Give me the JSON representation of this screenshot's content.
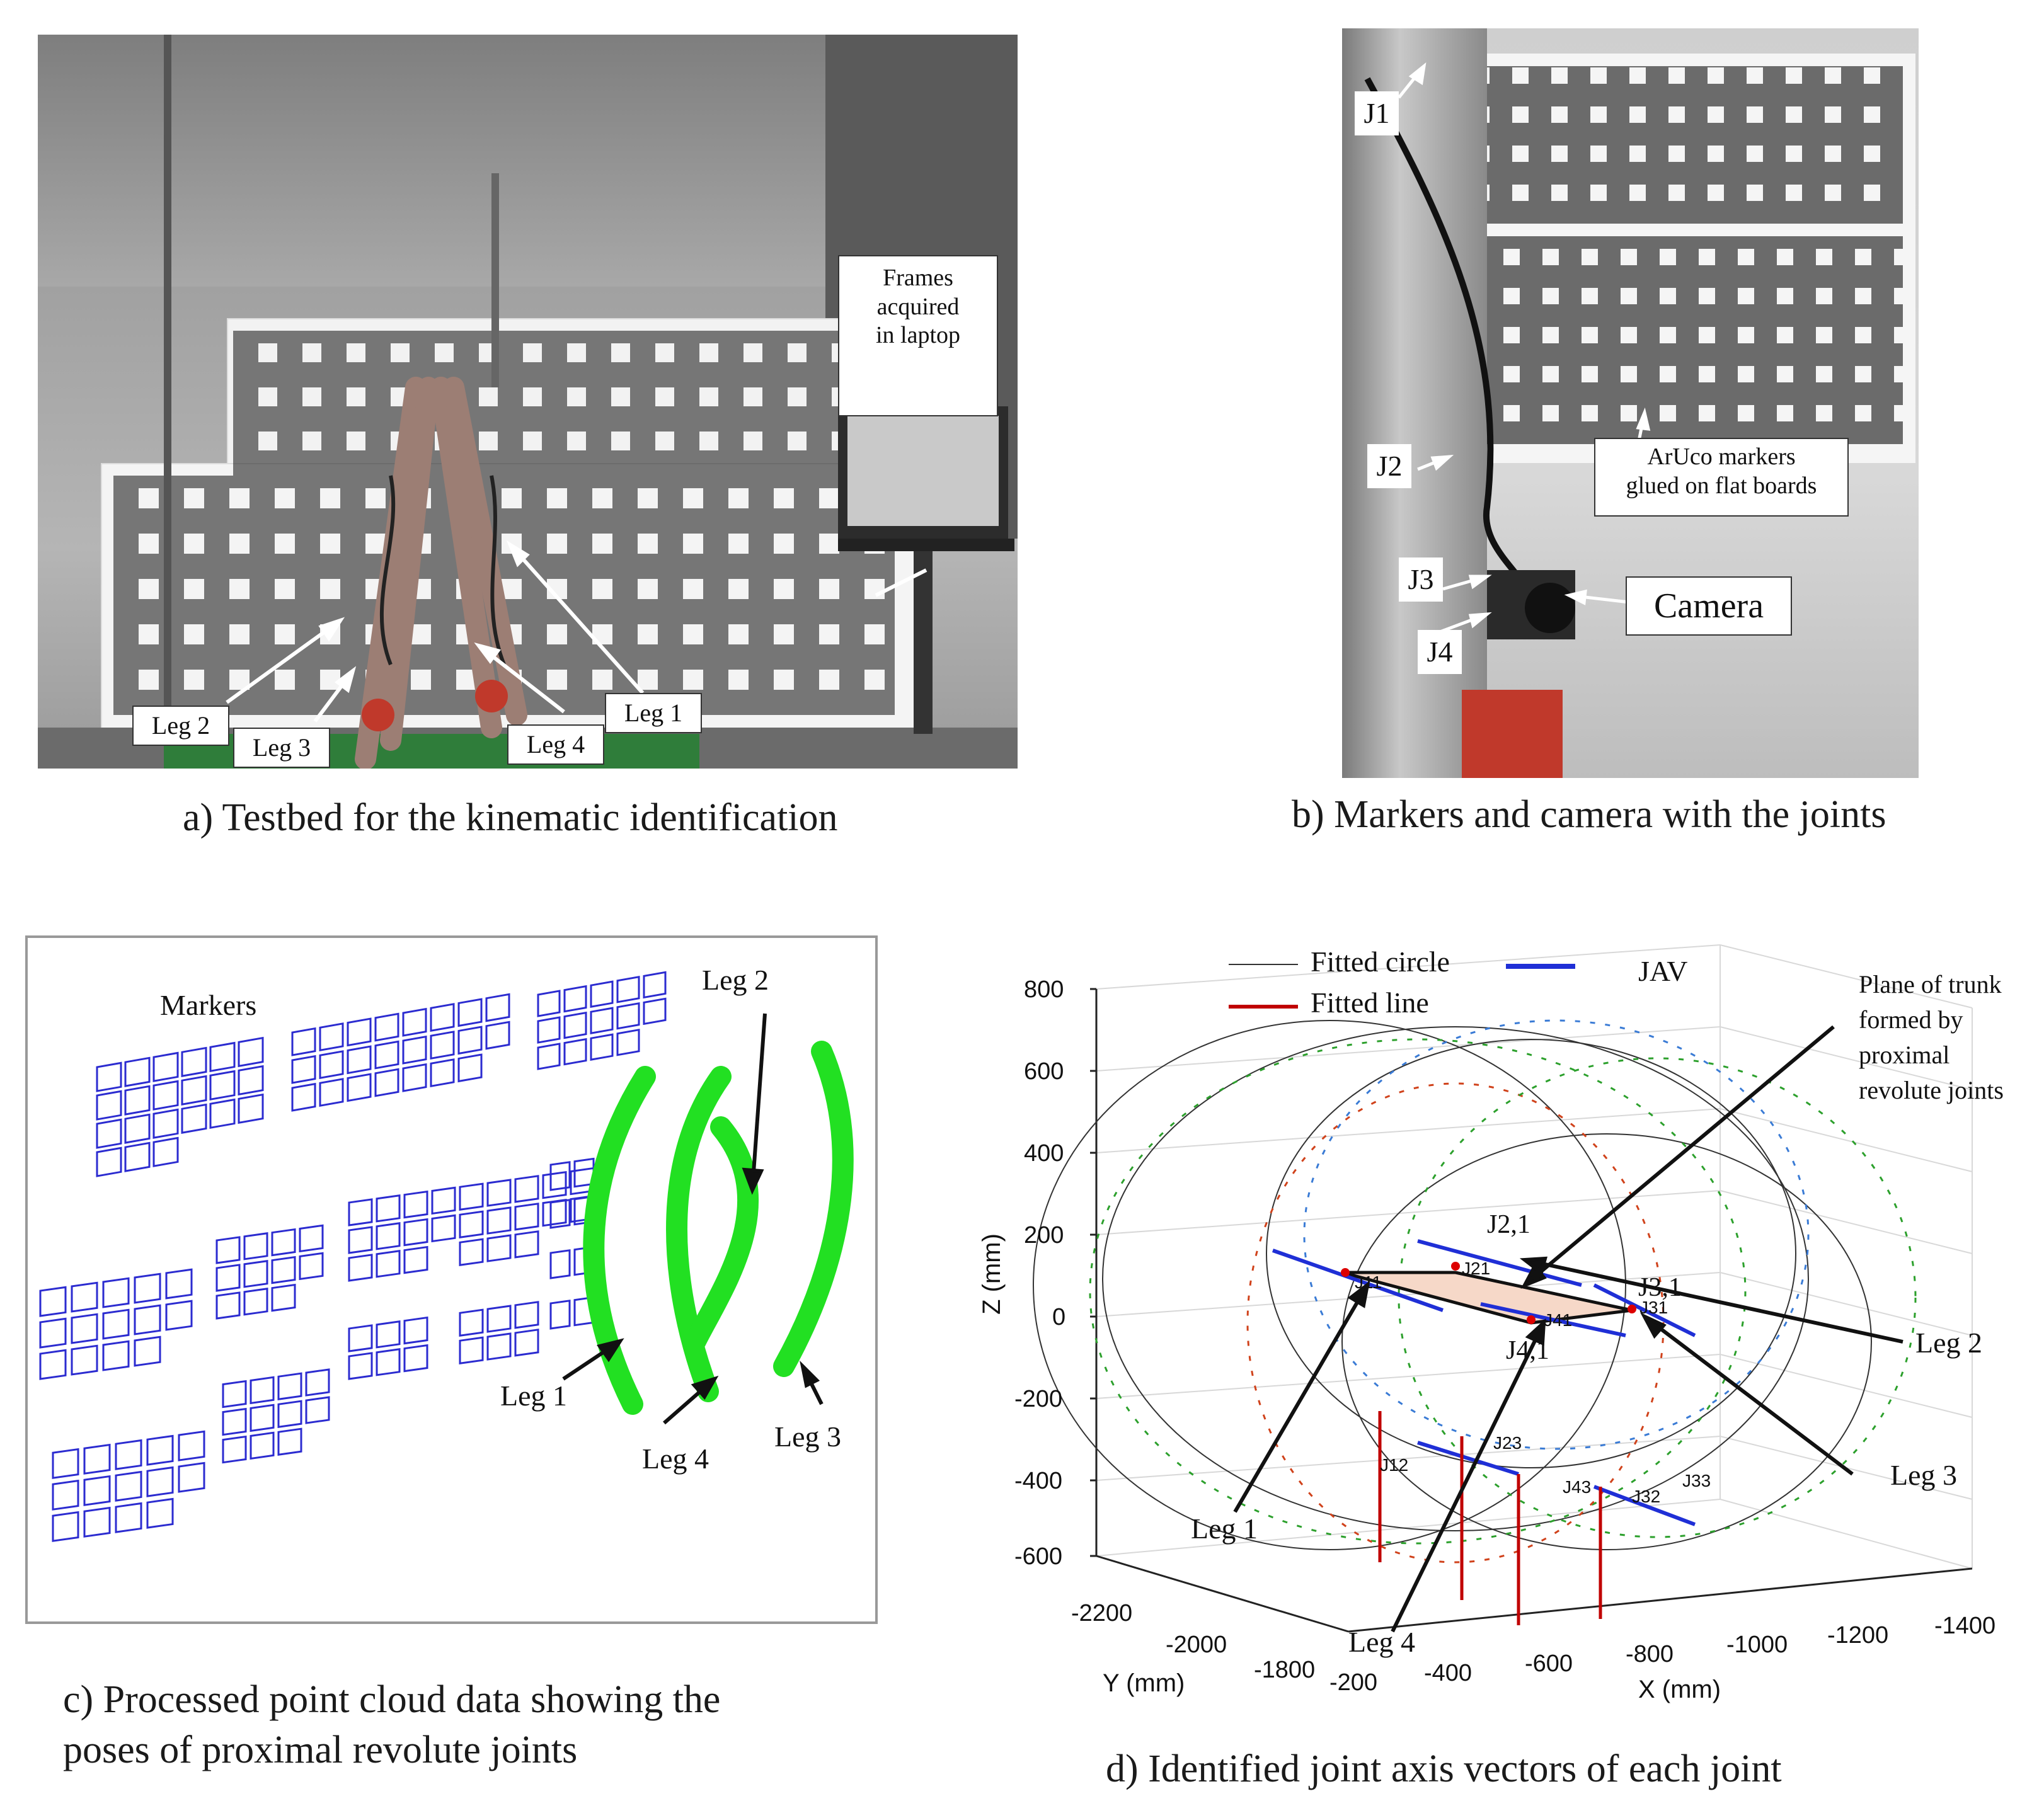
{
  "panels": {
    "a": {
      "caption": "a) Testbed for the kinematic identification",
      "callout_laptop": [
        "Frames",
        "acquired",
        "in laptop"
      ],
      "legs": [
        "Leg 2",
        "Leg 3",
        "Leg 4",
        "Leg 1"
      ]
    },
    "b": {
      "caption": "b) Markers and camera with the joints",
      "joints": [
        "J1",
        "J2",
        "J3",
        "J4"
      ],
      "markers_callout": [
        "ArUco markers",
        "glued on flat boards"
      ],
      "camera": "Camera"
    },
    "c": {
      "caption_line1": "c) Processed point cloud data showing the",
      "caption_line2": "poses of proximal revolute joints",
      "markers": "Markers",
      "legs": [
        "Leg 2",
        "Leg 1",
        "Leg 4",
        "Leg 3"
      ]
    },
    "d": {
      "caption": "d) Identified joint axis vectors of each joint",
      "legend": [
        "Fitted circle",
        "Fitted line",
        "JAV"
      ],
      "plane_note": [
        "Plane of trunk",
        "formed by",
        "proximal",
        "revolute joints"
      ],
      "zlabel": "Z (mm)",
      "ylabel": "Y (mm)",
      "xlabel": "X (mm)",
      "z_ticks": [
        "800",
        "600",
        "400",
        "200",
        "0",
        "-200",
        "-400",
        "-600"
      ],
      "y_ticks": [
        "-2200",
        "-2000",
        "-1800"
      ],
      "x_ticks": [
        "-200",
        "-400",
        "-600",
        "-800",
        "-1000",
        "-1200",
        "-1400"
      ],
      "joint_labels": [
        "J2,1",
        "J3,1",
        "J4,1"
      ],
      "leg_labels": [
        "Leg 2",
        "Leg 3",
        "Leg 1",
        "Leg 4"
      ],
      "small_labels": [
        "J11",
        "J21",
        "J41",
        "J31",
        "J23",
        "J33",
        "J43",
        "J12",
        "J32"
      ]
    }
  },
  "colors": {
    "circle_green": "#2ca02c",
    "circle_blue": "#3a7bd5",
    "circle_red": "#d0421b",
    "jav_blue": "#1f2fd6",
    "fitted_line_red": "#c00000",
    "pointcloud_green": "#22e022",
    "marker_blue": "#2b2bd0"
  }
}
